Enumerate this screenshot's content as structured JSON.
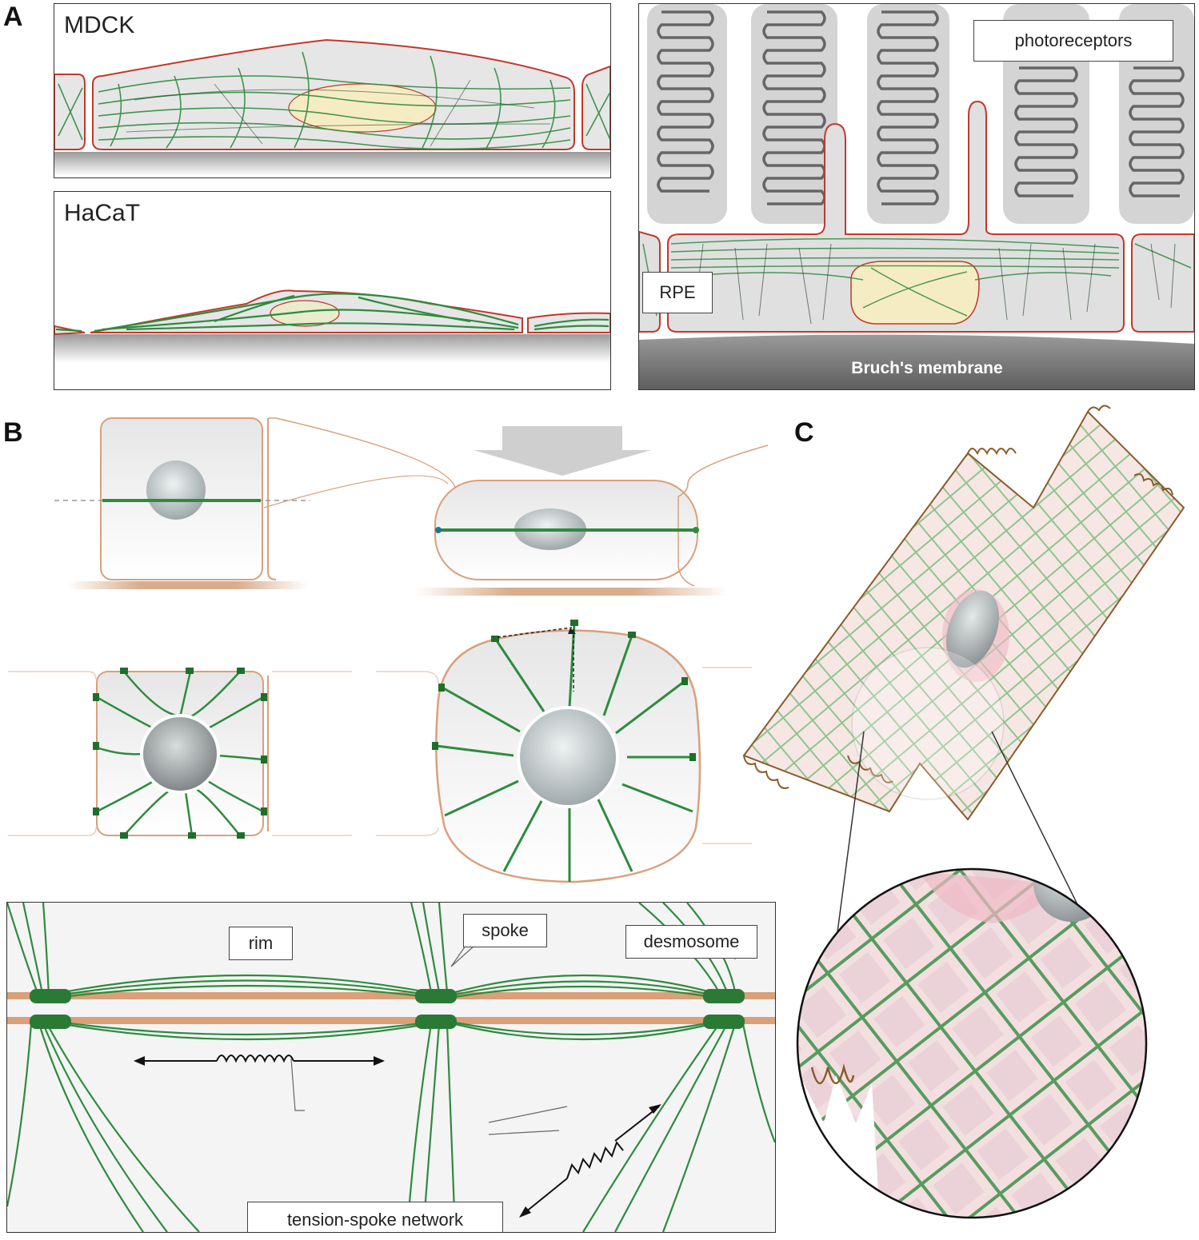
{
  "panels": {
    "a": "A",
    "b": "B",
    "c": "C"
  },
  "panel_a": {
    "mdck_label": "MDCK",
    "hacat_label": "HaCaT",
    "photoreceptors_label": "photoreceptors",
    "rpe_label": "RPE",
    "bruch_label": "Bruch's membrane"
  },
  "panel_b": {
    "rim_label": "rim",
    "spoke_label": "spoke",
    "desmosome_label": "desmosome",
    "network_label": "tension-spoke network"
  },
  "colors": {
    "filament": "#2e8b3e",
    "membrane_red": "#c0392b",
    "membrane_orange": "#d9a07a",
    "nucleus_yellow": "#f6ecc3",
    "cell_gray": "#e4e4e4",
    "bruch_dark": "#6e6e6e"
  }
}
